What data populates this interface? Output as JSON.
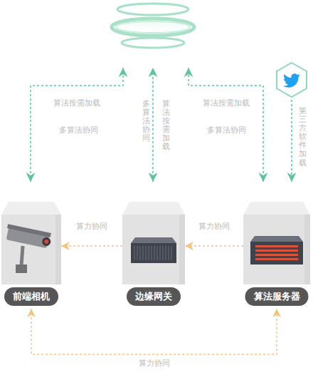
{
  "diagram": {
    "nodes": [
      {
        "text": [
          "前端相机"
        ]
      },
      {
        "text": [
          "边缘网关"
        ]
      },
      {
        "text": [
          "算法服务器"
        ]
      }
    ],
    "edges": [
      {
        "from": 1,
        "to": 0,
        "arrow": "to",
        "label": "算力协同"
      },
      {
        "from": 2,
        "to": 1,
        "arrow": "to",
        "label": "算力协同"
      },
      {
        "from": 0,
        "to": 2,
        "arrow": "both",
        "label": "算力协同"
      }
    ],
    "labels": [
      "算法按需加载",
      "多算法协同",
      "多算法协同",
      "算法按需加载",
      "算法按需加载",
      "多算法协同",
      "第三方软件加载"
    ]
  }
}
